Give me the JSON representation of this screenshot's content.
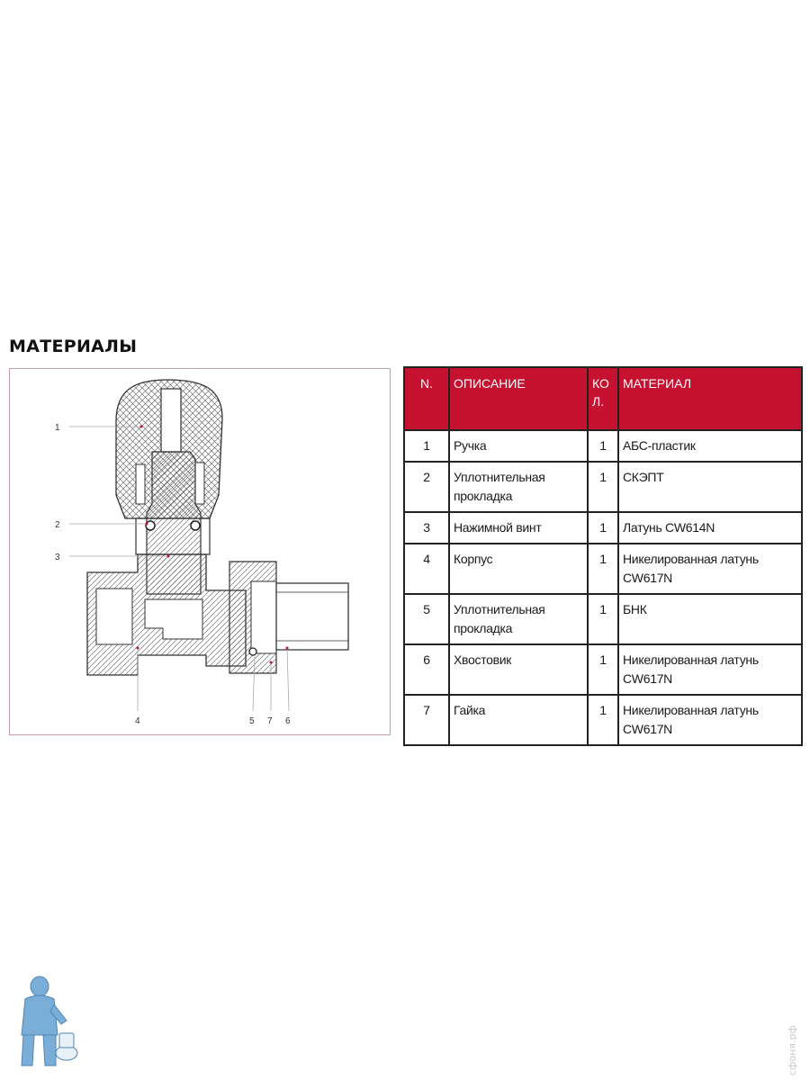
{
  "section_title": "МАТЕРИАЛЫ",
  "drawing": {
    "callouts": [
      "1",
      "2",
      "3",
      "4",
      "5",
      "7",
      "6"
    ]
  },
  "table": {
    "headers": {
      "num": "N.",
      "description": "ОПИСАНИЕ",
      "qty_line1": "КО",
      "qty_line2": "Л.",
      "material": "МАТЕРИАЛ"
    },
    "rows": [
      {
        "num": "1",
        "description_line1": "Ручка",
        "description_line2": "",
        "qty": "1",
        "material": "АБС-пластик"
      },
      {
        "num": "2",
        "description_line1": "Уплотнительная",
        "description_line2": "прокладка",
        "qty": "1",
        "material": "СКЭПТ"
      },
      {
        "num": "3",
        "description_line1": "Нажимной винт",
        "description_line2": "",
        "qty": "1",
        "material": "Латунь CW614N"
      },
      {
        "num": "4",
        "description_line1": "Корпус",
        "description_line2": "",
        "qty": "1",
        "material": "Никелированная латунь CW617N"
      },
      {
        "num": "5",
        "description_line1": "Уплотнительная",
        "description_line2": "прокладка",
        "qty": "1",
        "material": "БНК"
      },
      {
        "num": "6",
        "description_line1": "Хвостовик",
        "description_line2": "",
        "qty": "1",
        "material": "Никелированная латунь CW617N"
      },
      {
        "num": "7",
        "description_line1": "Гайка",
        "description_line2": "",
        "qty": "1",
        "material": "Никелированная латунь CW617N"
      }
    ]
  },
  "watermark": "сфоня.рф",
  "colors": {
    "header_red": "#c41230",
    "frame_border": "#c9a0a6",
    "mascot_blue": "#7aaed6"
  }
}
